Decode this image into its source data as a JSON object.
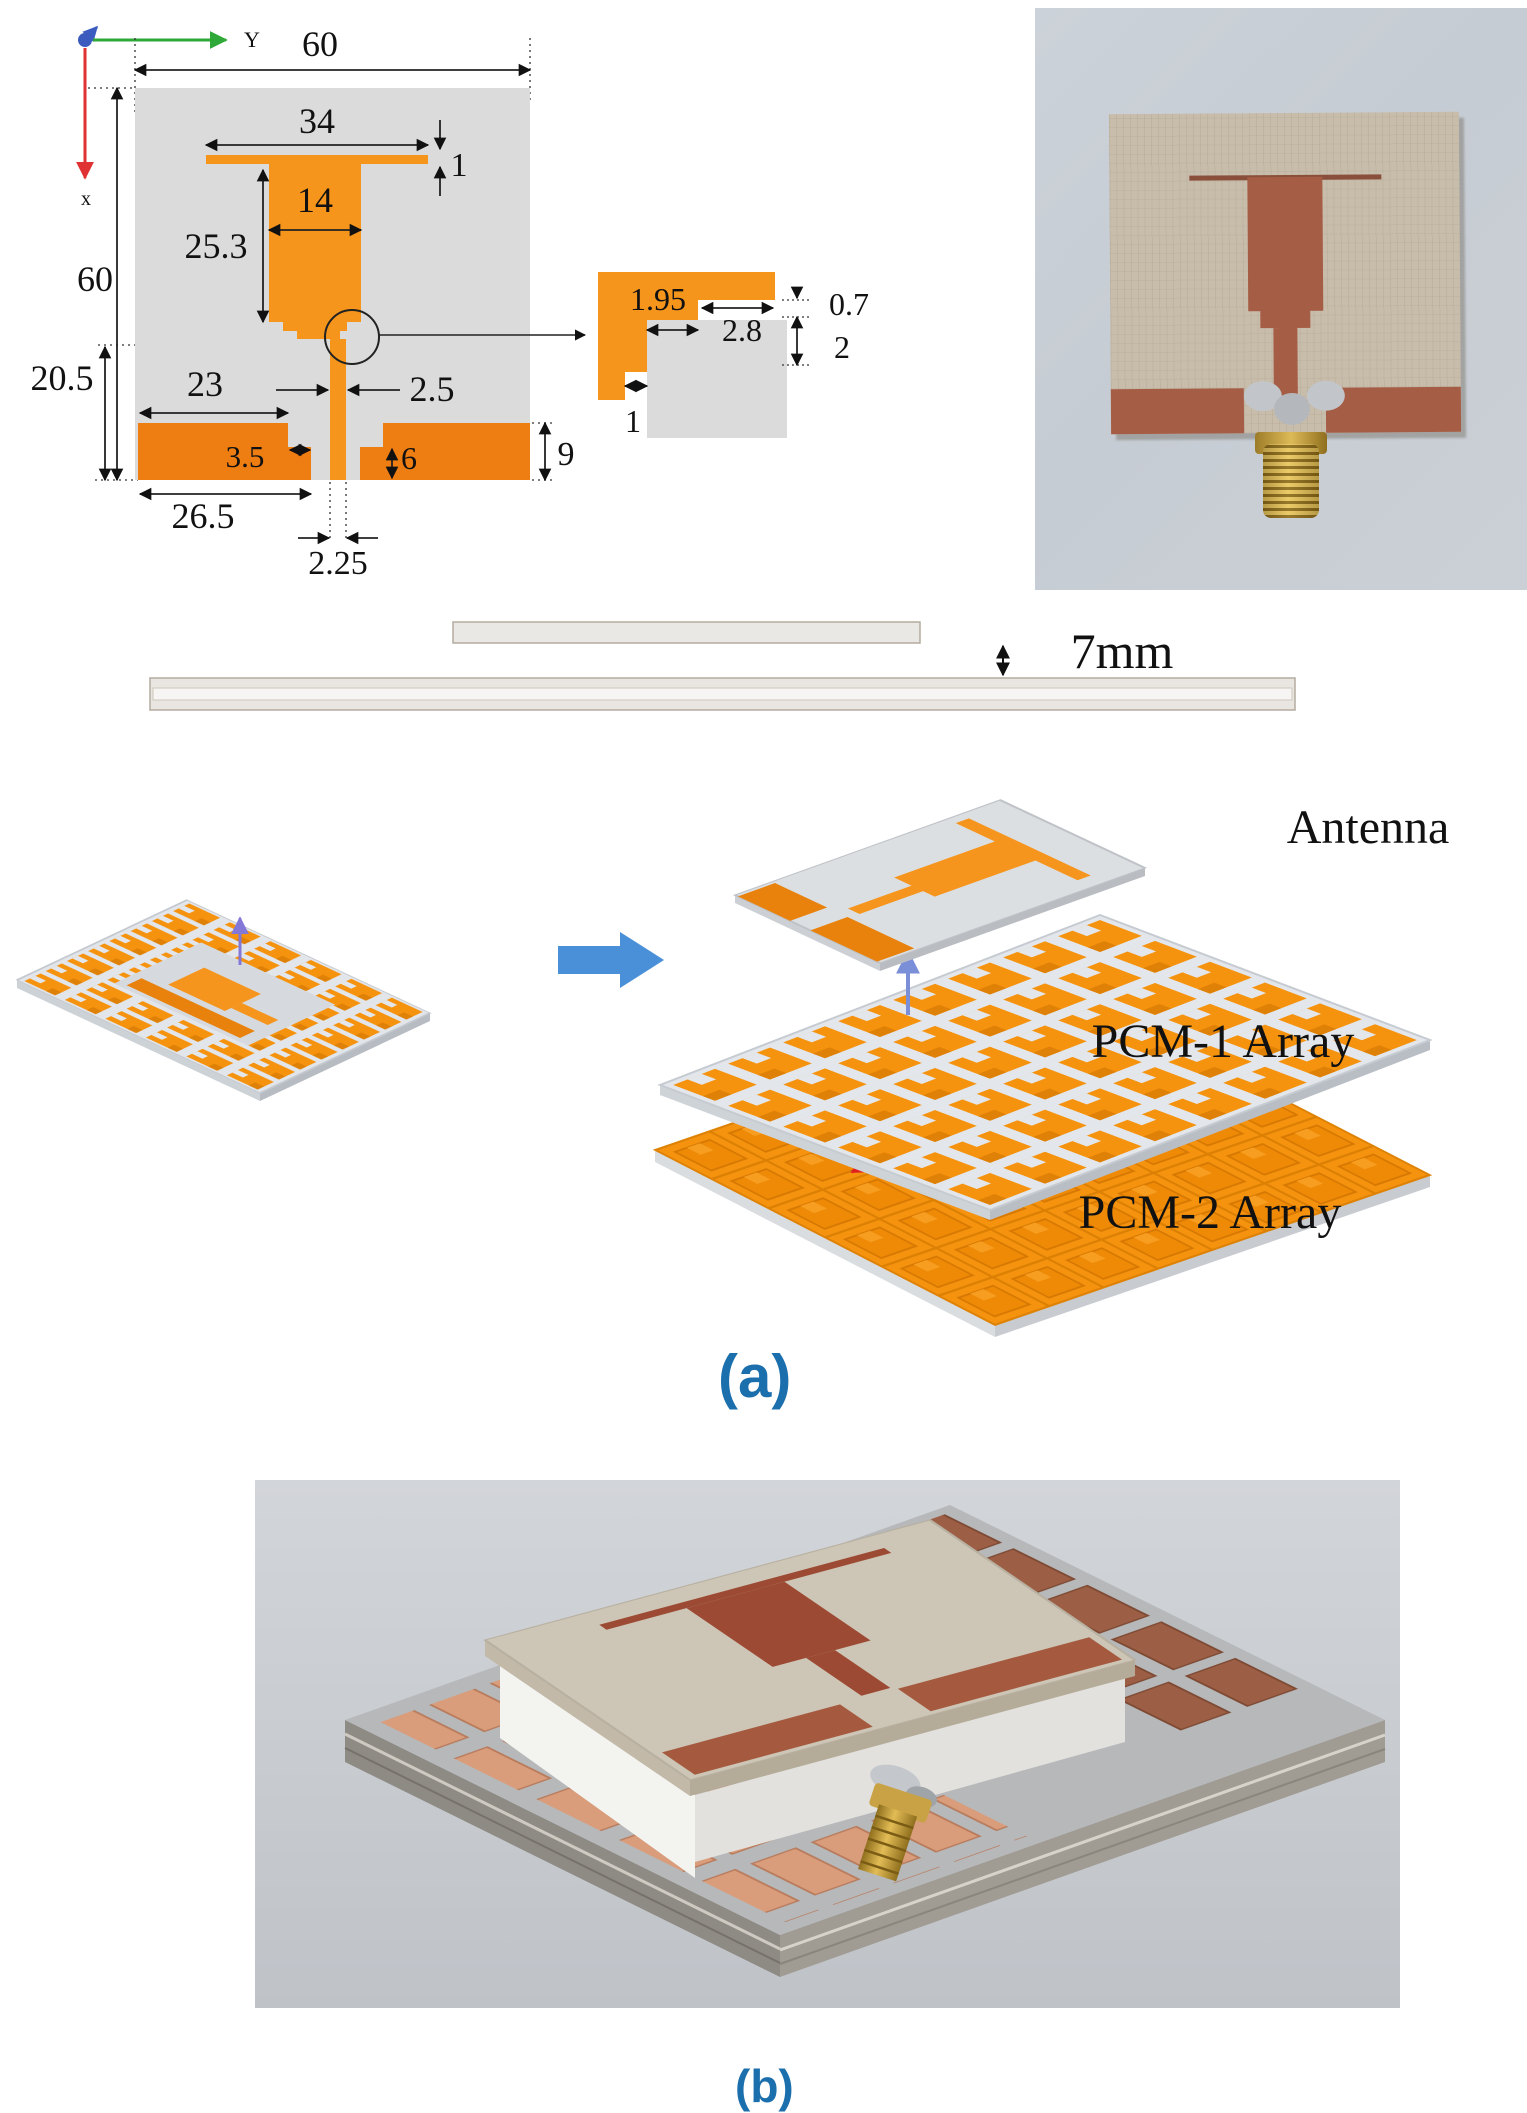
{
  "schematic": {
    "axes": {
      "y": "Y",
      "x": "x"
    },
    "dims": {
      "width": "60",
      "height": "60",
      "bar_width": "34",
      "bar_thickness": "1",
      "stem_width": "14",
      "stem_length": "25.3",
      "ground_left_width": "23",
      "feed_width": "2.5",
      "ground_top_offset": "20.5",
      "step_width": "3.5",
      "notch_height": "6",
      "ground_height": "9",
      "ground_bottom_width": "26.5",
      "feed_gap": "2.25"
    },
    "inset": {
      "step_width": "1.95",
      "top_width": "2.8",
      "height_1": "0.7",
      "height_2": "2",
      "notch_width": "1"
    }
  },
  "side_view": {
    "gap": "7mm"
  },
  "exploded": {
    "antenna_label": "Antenna",
    "pcm1_label": "PCM-1 Array",
    "pcm2_label": "PCM-2 Array"
  },
  "panels": {
    "a": "(a)",
    "b": "(b)"
  },
  "colors": {
    "patch_orange": "#F6951B",
    "ground_orange": "#EE7D12",
    "substrate_gray": "#DBDBDB",
    "pcm_orange": "#F5920E",
    "accent_blue": "#4A90D8",
    "panel_label_blue": "#1C6FAD",
    "copper": "#A65D45",
    "board_beige": "#C8BCAB",
    "photo_background": "#C9CED5"
  }
}
